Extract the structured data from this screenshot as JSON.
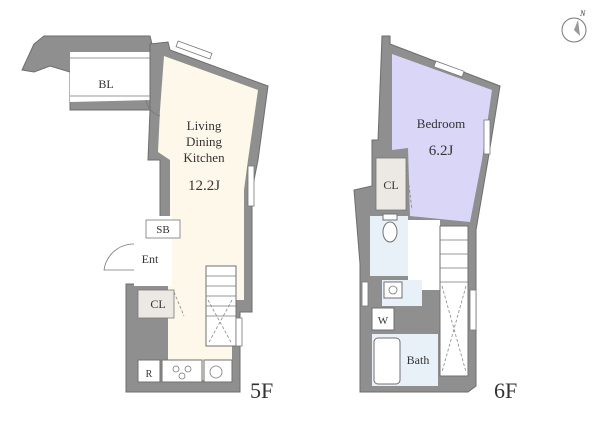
{
  "floors": [
    {
      "id": "5f",
      "label": "5F",
      "rooms": [
        {
          "key": "bl",
          "name": "BL"
        },
        {
          "key": "ldk",
          "name": "Living Dining Kitchen",
          "lines": [
            "Living",
            "Dining",
            "Kitchen"
          ],
          "size": "12.2J"
        },
        {
          "key": "sb",
          "name": "SB"
        },
        {
          "key": "ent",
          "name": "Ent"
        },
        {
          "key": "cl",
          "name": "CL"
        },
        {
          "key": "r",
          "name": "R"
        }
      ]
    },
    {
      "id": "6f",
      "label": "6F",
      "rooms": [
        {
          "key": "bedroom",
          "name": "Bedroom",
          "size": "6.2J"
        },
        {
          "key": "cl",
          "name": "CL"
        },
        {
          "key": "w",
          "name": "W"
        },
        {
          "key": "bath",
          "name": "Bath"
        }
      ]
    }
  ],
  "compass": {
    "letter": "N"
  }
}
